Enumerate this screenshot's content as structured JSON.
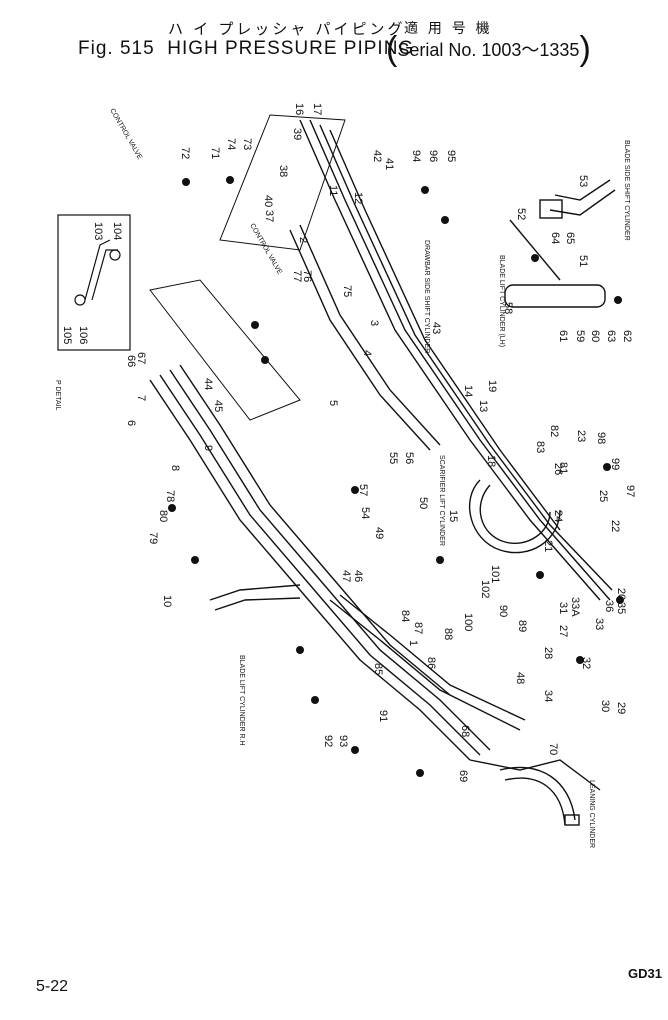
{
  "header": {
    "title_jp": "ハ イ プレッシャ パイピング",
    "figure": "Fig. 515",
    "title": "HIGH PRESSURE PIPING",
    "serial_jp": "適 用 号 機",
    "serial": "Serial No. 1003～1335"
  },
  "footer": {
    "page": "5-22",
    "code": "GD31"
  },
  "callouts": {
    "control_valve_1": "CONTROL VALVE",
    "control_valve_2": "CONTROL VALVE",
    "detail": "P DETAIL",
    "blade_side_shift": "BLADE SIDE SHIFT CYLINDER",
    "blade_lift_lh": "BLADE LIFT CYLINDER (LH)",
    "blade_lift_rh": "BLADE LIFT CYLINDER R.H",
    "drawbar_side_shift": "DRAWBAR SIDE SHIFT CYLINDER",
    "scarifier_lift": "SCARIFIER LIFT CYLINDER",
    "leaning_cylinder": "LEANING CYLINDER"
  },
  "part_numbers": [
    "1",
    "2",
    "3",
    "4",
    "5",
    "6",
    "7",
    "8",
    "9",
    "10",
    "11",
    "12",
    "13",
    "14",
    "15",
    "16",
    "17",
    "18",
    "19",
    "20",
    "21",
    "22",
    "23",
    "24",
    "25",
    "26",
    "27",
    "28",
    "29",
    "30",
    "31",
    "32",
    "33",
    "33A",
    "34",
    "35",
    "36",
    "37",
    "38",
    "39",
    "40",
    "41",
    "42",
    "43",
    "44",
    "45",
    "46",
    "47",
    "48",
    "49",
    "50",
    "51",
    "52",
    "53",
    "54",
    "55",
    "56",
    "57",
    "58",
    "59",
    "60",
    "61",
    "62",
    "63",
    "64",
    "65",
    "66",
    "67",
    "68",
    "69",
    "70",
    "71",
    "72",
    "73",
    "74",
    "75",
    "76",
    "77",
    "78",
    "79",
    "80",
    "81",
    "82",
    "83",
    "84",
    "85",
    "86",
    "87",
    "88",
    "89",
    "90",
    "91",
    "92",
    "93",
    "94",
    "95",
    "96",
    "97",
    "98",
    "99",
    "100",
    "101",
    "102",
    "103",
    "104",
    "105",
    "106"
  ]
}
